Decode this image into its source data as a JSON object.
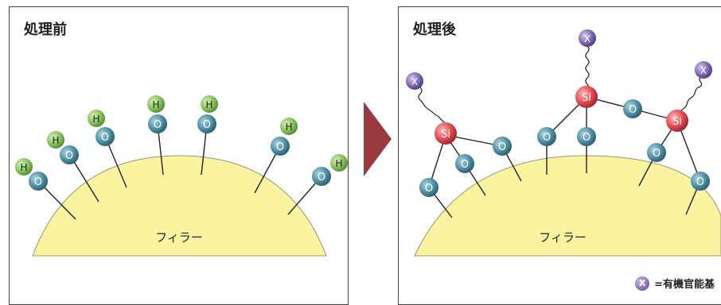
{
  "before": {
    "title": "処理前",
    "filler_label": "フィラー"
  },
  "after": {
    "title": "処理後",
    "filler_label": "フィラー"
  },
  "atoms": {
    "h": "H",
    "o": "O",
    "si": "Si",
    "x": "X"
  },
  "legend": {
    "symbol": "X",
    "text": "=有機官能基"
  },
  "colors": {
    "filler": "#faf3a0",
    "h_atom": "#86c25a",
    "o_atom": "#3f7f95",
    "si_atom": "#d9444a",
    "x_atom": "#7a63b0",
    "arrow": "#9b3a3e"
  }
}
